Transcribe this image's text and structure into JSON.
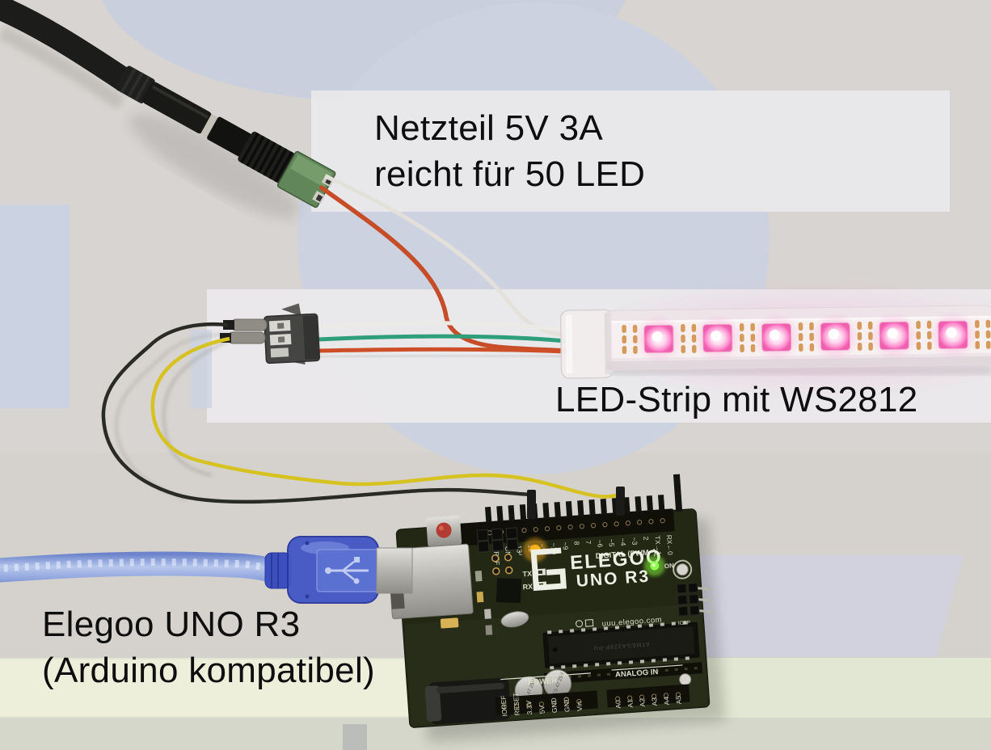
{
  "annotations": {
    "power_supply": {
      "line1": "Netzteil 5V 3A",
      "line2": "reicht für 50 LED"
    },
    "led_strip": {
      "text": "LED-Strip mit WS2812"
    },
    "board": {
      "line1": "Elegoo UNO R3",
      "line2": "(Arduino kompatibel)"
    }
  },
  "board": {
    "logo": "ELEGOO",
    "model": "UNO R3",
    "website": "uuu.elegoo.com",
    "digital_label": "DIGITAL (PWM~)",
    "digital_pins": [
      "AREF",
      "GND",
      "13",
      "12",
      "~11",
      "~10",
      "~9",
      "8",
      "7",
      "~6",
      "~5",
      "~4",
      "~3",
      "2",
      "TX→1",
      "RX←0"
    ],
    "power_label": "POWER",
    "power_pins": [
      "IOREF",
      "RESET",
      "3.3V",
      "5V",
      "GND",
      "GND",
      "Vin"
    ],
    "analog_label": "ANALOG IN",
    "analog_pins": [
      "A0",
      "A1",
      "A2",
      "A3",
      "A4",
      "A5"
    ],
    "icsp_label": "ICSP",
    "on_label": "ON",
    "l_label": "L",
    "tx_label": "TX",
    "rx_label": "RX",
    "mcu_text": "ATMEGA328P-PU",
    "capacitor_text": "CS 47 25V"
  },
  "led_strip": {
    "visible_led_count": 6,
    "led_color": "#ff8fd0",
    "pad_color": "#d49653"
  },
  "colors": {
    "background": "#d7d4d1",
    "watermark_blue": "#cdd2e0",
    "band_white": "#ebe9eb",
    "band_green": "#e2e7d3",
    "pcb_dark": "#232815",
    "silkscreen": "#d9dcc9",
    "usb_blue": "#4256c6",
    "terminal_green": "#61865a",
    "wire_yellow": "#d6c220",
    "wire_red": "#c64d27",
    "wire_green": "#2f9e7a",
    "wire_white": "#e4e0da",
    "wire_black": "#2b2b26"
  }
}
